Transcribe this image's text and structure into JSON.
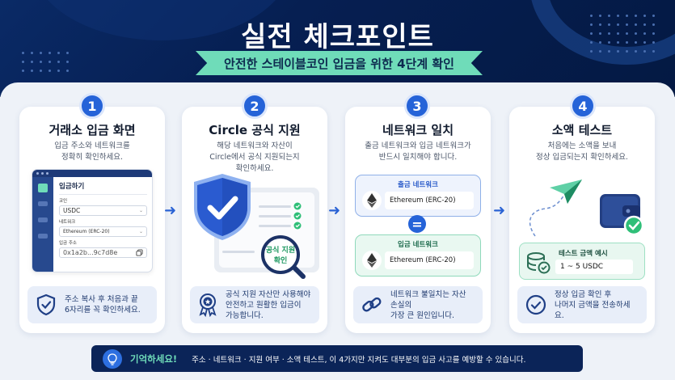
{
  "header": {
    "title": "실전 체크포인트",
    "subtitle": "안전한 스테이블코인 입금을 위한 4단계 확인"
  },
  "colors": {
    "navy": "#061f52",
    "accent_blue": "#2563d8",
    "mint": "#6fdcb9",
    "tip_bg": "#e8eef9"
  },
  "steps": [
    {
      "number": "1",
      "title": "거래소 입금 화면",
      "description": "입금 주소와 네트워크를\n정확히 확인하세요.",
      "mock": {
        "heading": "입금하기",
        "coin_label": "코인",
        "coin_value": "USDC",
        "network_label": "네트워크",
        "network_value": "Ethereum (ERC-20)",
        "address_label": "입금 주소",
        "address_value": "0x1a2b...9c7d8e"
      },
      "tip_icon": "shield-check-icon",
      "tip": "주소 복사 후 처음과 끝\n6자리를 꼭 확인하세요."
    },
    {
      "number": "2",
      "title": "Circle 공식 지원",
      "description": "해당 네트워크와 자산이\nCircle에서 공식 지원되는지\n확인하세요.",
      "magnifier_text": "공식 지원\n확인",
      "tip_icon": "award-badge-icon",
      "tip": "공식 지원 자산만 사용해야\n안전하고 원활한 입금이\n가능합니다."
    },
    {
      "number": "3",
      "title": "네트워크 일치",
      "description": "출금 네트워크와 입금 네트워크가\n반드시 일치해야 합니다.",
      "withdraw_label": "출금 네트워크",
      "withdraw_value": "Ethereum (ERC-20)",
      "equals": "=",
      "deposit_label": "입금 네트워크",
      "deposit_value": "Ethereum (ERC-20)",
      "tip_icon": "link-icon",
      "tip": "네트워크 불일치는 자산 손실의\n가장 큰 원인입니다."
    },
    {
      "number": "4",
      "title": "소액 테스트",
      "description": "처음에는 소액을 보내\n정상 입금되는지 확인하세요.",
      "test_label": "테스트 금액 예시",
      "test_value": "1 ~ 5 USDC",
      "tip_icon": "check-circle-icon",
      "tip": "정상 입금 확인 후\n나머지 금액을 전송하세요."
    }
  ],
  "arrow": "➜",
  "footer": {
    "label": "기억하세요!",
    "message": "주소 · 네트워크 · 지원 여부 · 소액 테스트, 이 4가지만 지켜도 대부분의 입금 사고를 예방할 수 있습니다."
  }
}
